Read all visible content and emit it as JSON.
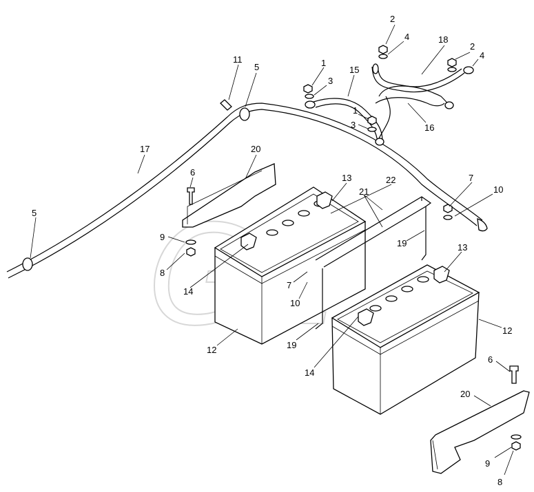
{
  "diagram": {
    "watermark": "GE",
    "callouts": [
      {
        "key": "c1a",
        "text": "2"
      },
      {
        "key": "c1b",
        "text": "4"
      },
      {
        "key": "c1c",
        "text": "18"
      },
      {
        "key": "c1d",
        "text": "2"
      },
      {
        "key": "c1e",
        "text": "4"
      },
      {
        "key": "c2a",
        "text": "11"
      },
      {
        "key": "c2b",
        "text": "5"
      },
      {
        "key": "c2c",
        "text": "1"
      },
      {
        "key": "c2d",
        "text": "3"
      },
      {
        "key": "c2e",
        "text": "15"
      },
      {
        "key": "c2f",
        "text": "1"
      },
      {
        "key": "c2g",
        "text": "3"
      },
      {
        "key": "c2h",
        "text": "16"
      },
      {
        "key": "c3a",
        "text": "17"
      },
      {
        "key": "c3b",
        "text": "20"
      },
      {
        "key": "c3c",
        "text": "6"
      },
      {
        "key": "c3d",
        "text": "13"
      },
      {
        "key": "c3e",
        "text": "22"
      },
      {
        "key": "c3f",
        "text": "21"
      },
      {
        "key": "c3g",
        "text": "7"
      },
      {
        "key": "c3h",
        "text": "10"
      },
      {
        "key": "c4a",
        "text": "5"
      },
      {
        "key": "c4b",
        "text": "9"
      },
      {
        "key": "c4c",
        "text": "8"
      },
      {
        "key": "c4d",
        "text": "14"
      },
      {
        "key": "c4e",
        "text": "7"
      },
      {
        "key": "c4f",
        "text": "10"
      },
      {
        "key": "c4g",
        "text": "19"
      },
      {
        "key": "c4h",
        "text": "13"
      },
      {
        "key": "c5a",
        "text": "12"
      },
      {
        "key": "c5b",
        "text": "19"
      },
      {
        "key": "c5c",
        "text": "12"
      },
      {
        "key": "c5d",
        "text": "14"
      },
      {
        "key": "c5e",
        "text": "6"
      },
      {
        "key": "c5f",
        "text": "20"
      },
      {
        "key": "c5g",
        "text": "9"
      },
      {
        "key": "c5h",
        "text": "8"
      }
    ]
  }
}
